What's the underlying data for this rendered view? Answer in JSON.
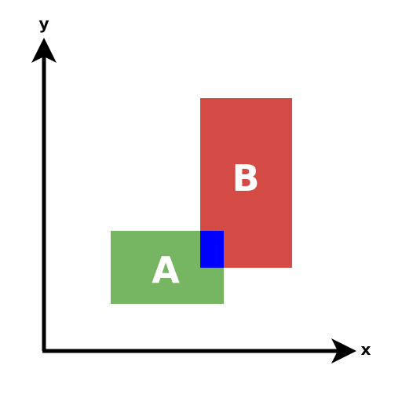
{
  "axes": {
    "x_label": "x",
    "y_label": "y"
  },
  "rectangles": [
    {
      "id": "A",
      "label": "A",
      "color": "#76b562"
    },
    {
      "id": "B",
      "label": "B",
      "color": "#d44b46"
    }
  ],
  "intersection": {
    "color": "#0000ff"
  }
}
